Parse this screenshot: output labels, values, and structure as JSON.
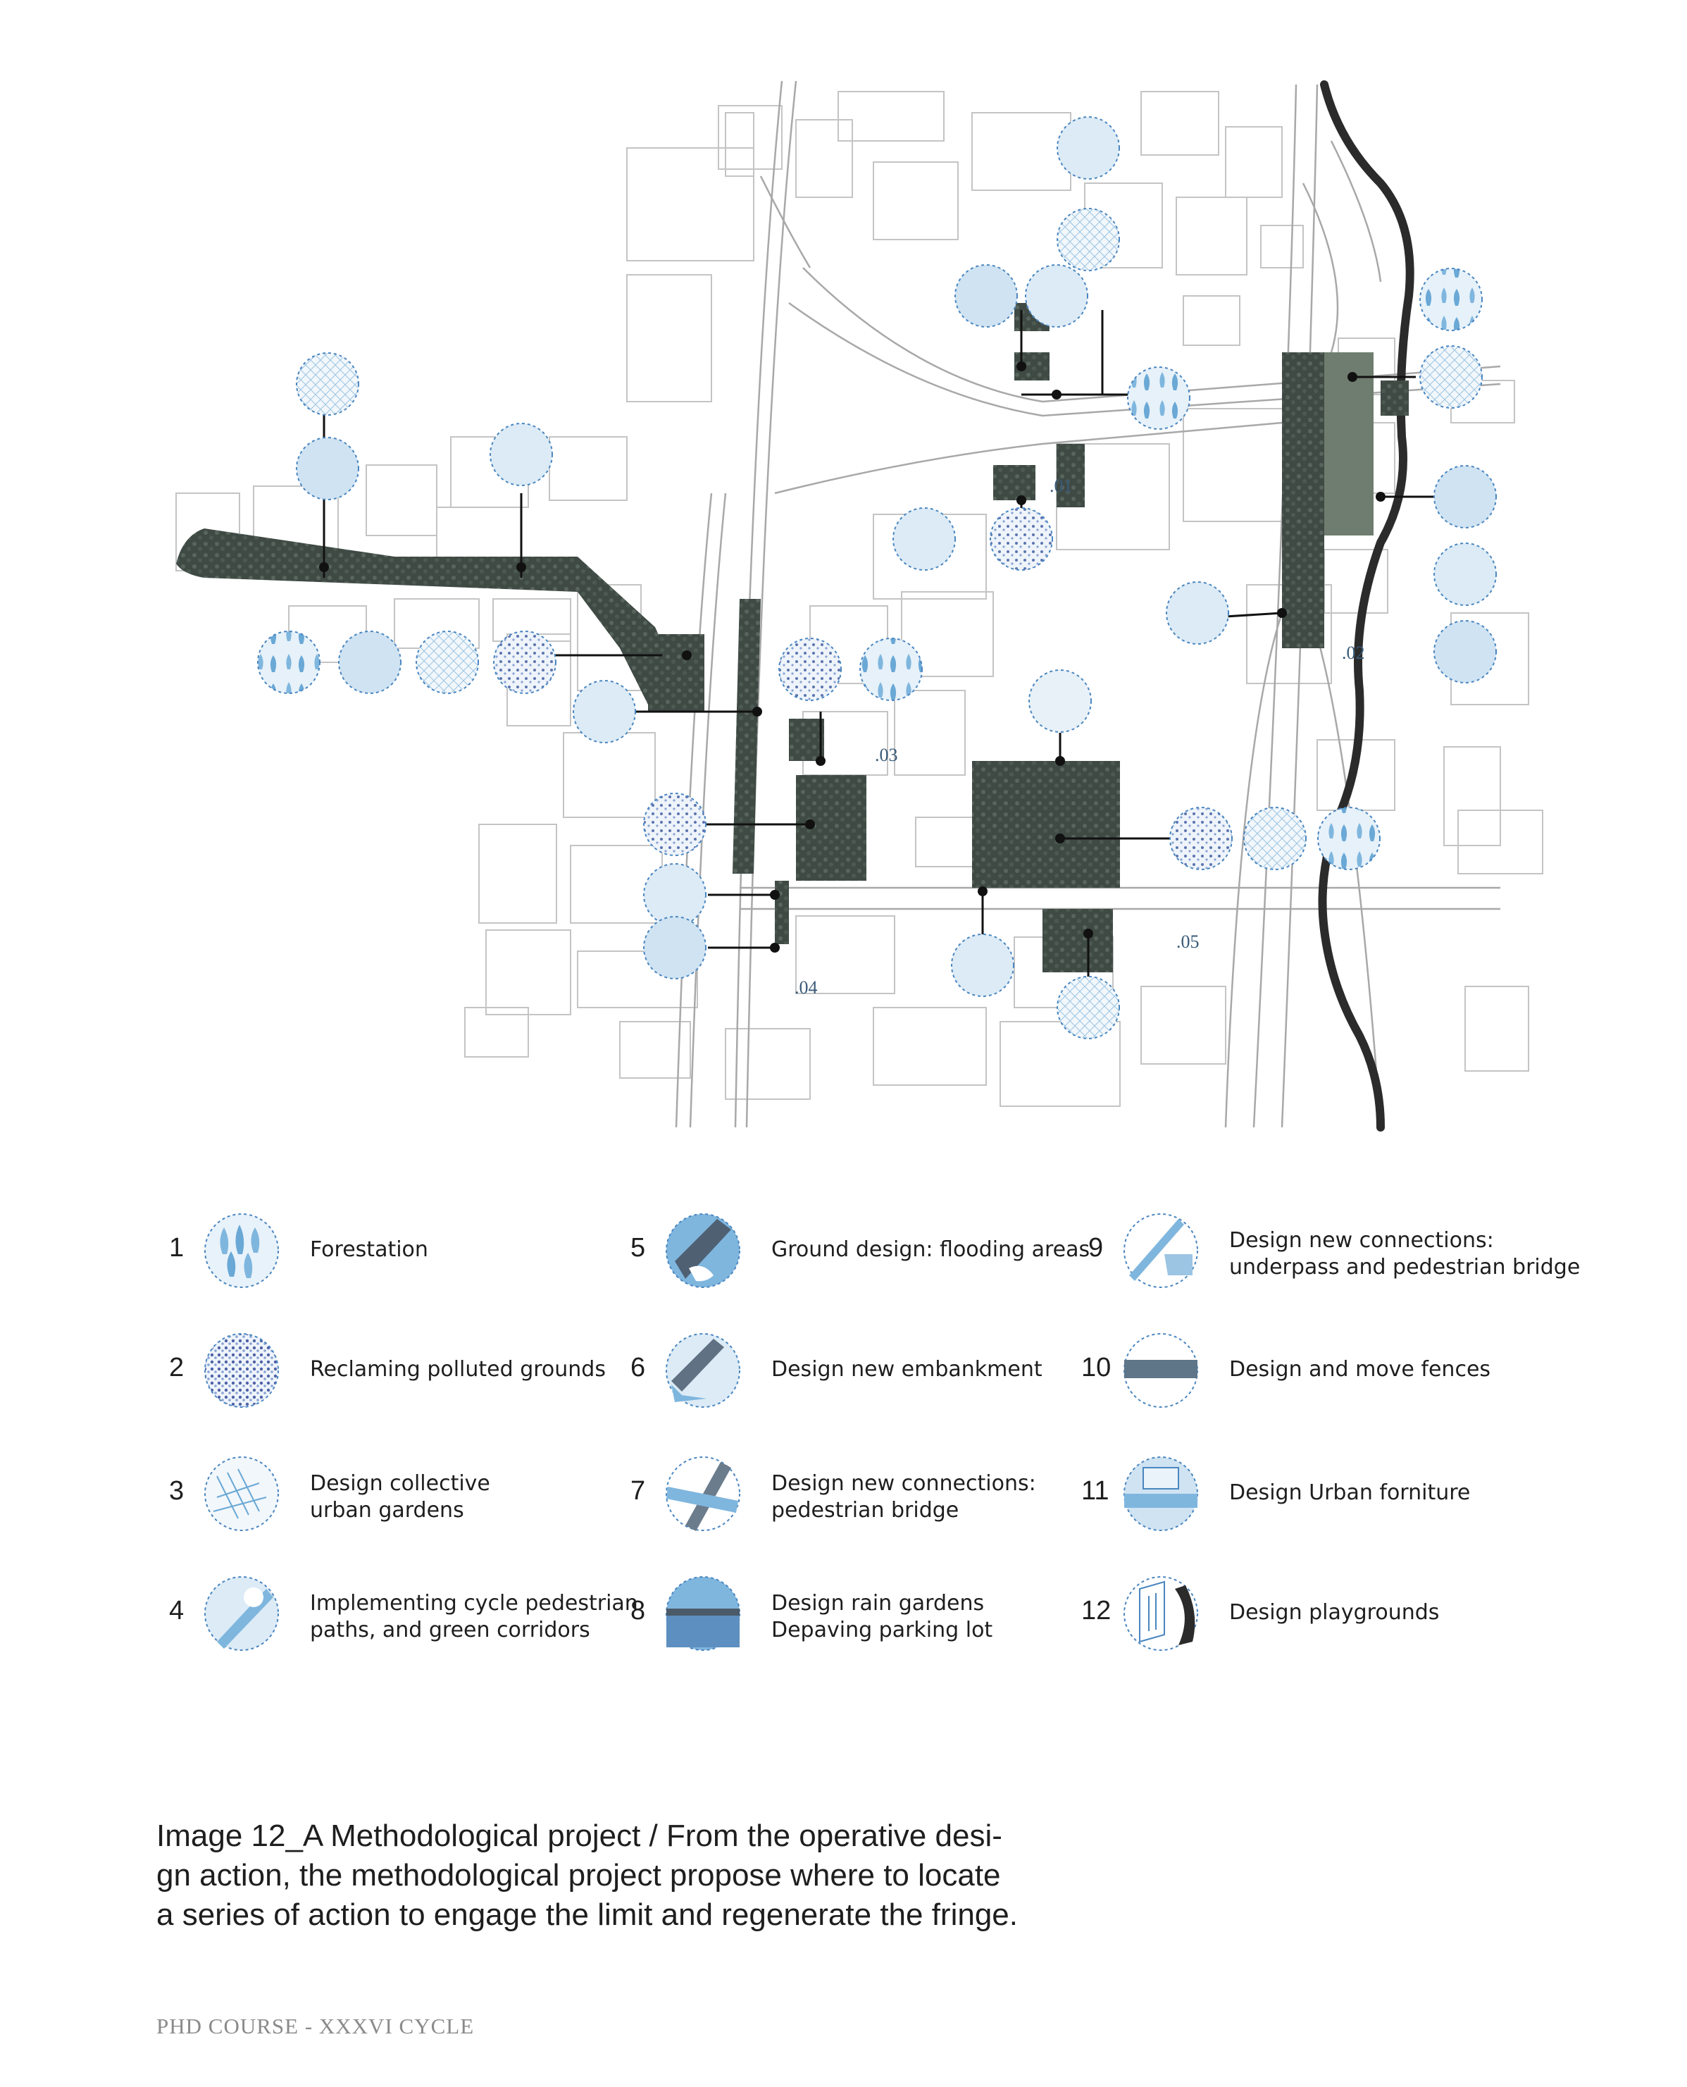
{
  "map": {
    "zone_labels": [
      ".01",
      ".02",
      ".03",
      ".04",
      ".05"
    ]
  },
  "legend": [
    {
      "number": "1",
      "label_lines": [
        "Forestation"
      ],
      "icon": "forestation-icon"
    },
    {
      "number": "2",
      "label_lines": [
        "Reclaming polluted grounds"
      ],
      "icon": "polluted-grounds-icon"
    },
    {
      "number": "3",
      "label_lines": [
        "Design collective",
        "urban gardens"
      ],
      "icon": "urban-gardens-icon"
    },
    {
      "number": "4",
      "label_lines": [
        "Implementing cycle pedestrian",
        "paths, and green corridors"
      ],
      "icon": "cycle-path-icon"
    },
    {
      "number": "5",
      "label_lines": [
        "Ground design: flooding areas"
      ],
      "icon": "flooding-areas-icon"
    },
    {
      "number": "6",
      "label_lines": [
        "Design new embankment"
      ],
      "icon": "embankment-icon"
    },
    {
      "number": "7",
      "label_lines": [
        "Design new connections:",
        "pedestrian bridge"
      ],
      "icon": "pedestrian-bridge-icon"
    },
    {
      "number": "8",
      "label_lines": [
        "Design rain gardens",
        "Depaving parking lot"
      ],
      "icon": "rain-gardens-icon"
    },
    {
      "number": "9",
      "label_lines": [
        "Design new connections:",
        "underpass and pedestrian bridge"
      ],
      "icon": "underpass-icon"
    },
    {
      "number": "10",
      "label_lines": [
        "Design and move fences"
      ],
      "icon": "fences-icon"
    },
    {
      "number": "11",
      "label_lines": [
        "Design Urban forniture"
      ],
      "icon": "urban-furniture-icon"
    },
    {
      "number": "12",
      "label_lines": [
        "Design playgrounds"
      ],
      "icon": "playground-icon"
    }
  ],
  "caption": {
    "lines": [
      "Image 12_A Methodological project / From the operative desi-",
      "gn action, the methodological project propose where to locate",
      "a series of action to engage the limit and regenerate the fringe."
    ]
  },
  "footer": "PHD COURSE - XXXVI CYCLE",
  "colors": {
    "icon_blue": "#7fb6de",
    "icon_pale": "#cfe3f2",
    "dark_green": "#3f4a45",
    "river": "#2b2b2b",
    "line": "#b5b5b5"
  }
}
